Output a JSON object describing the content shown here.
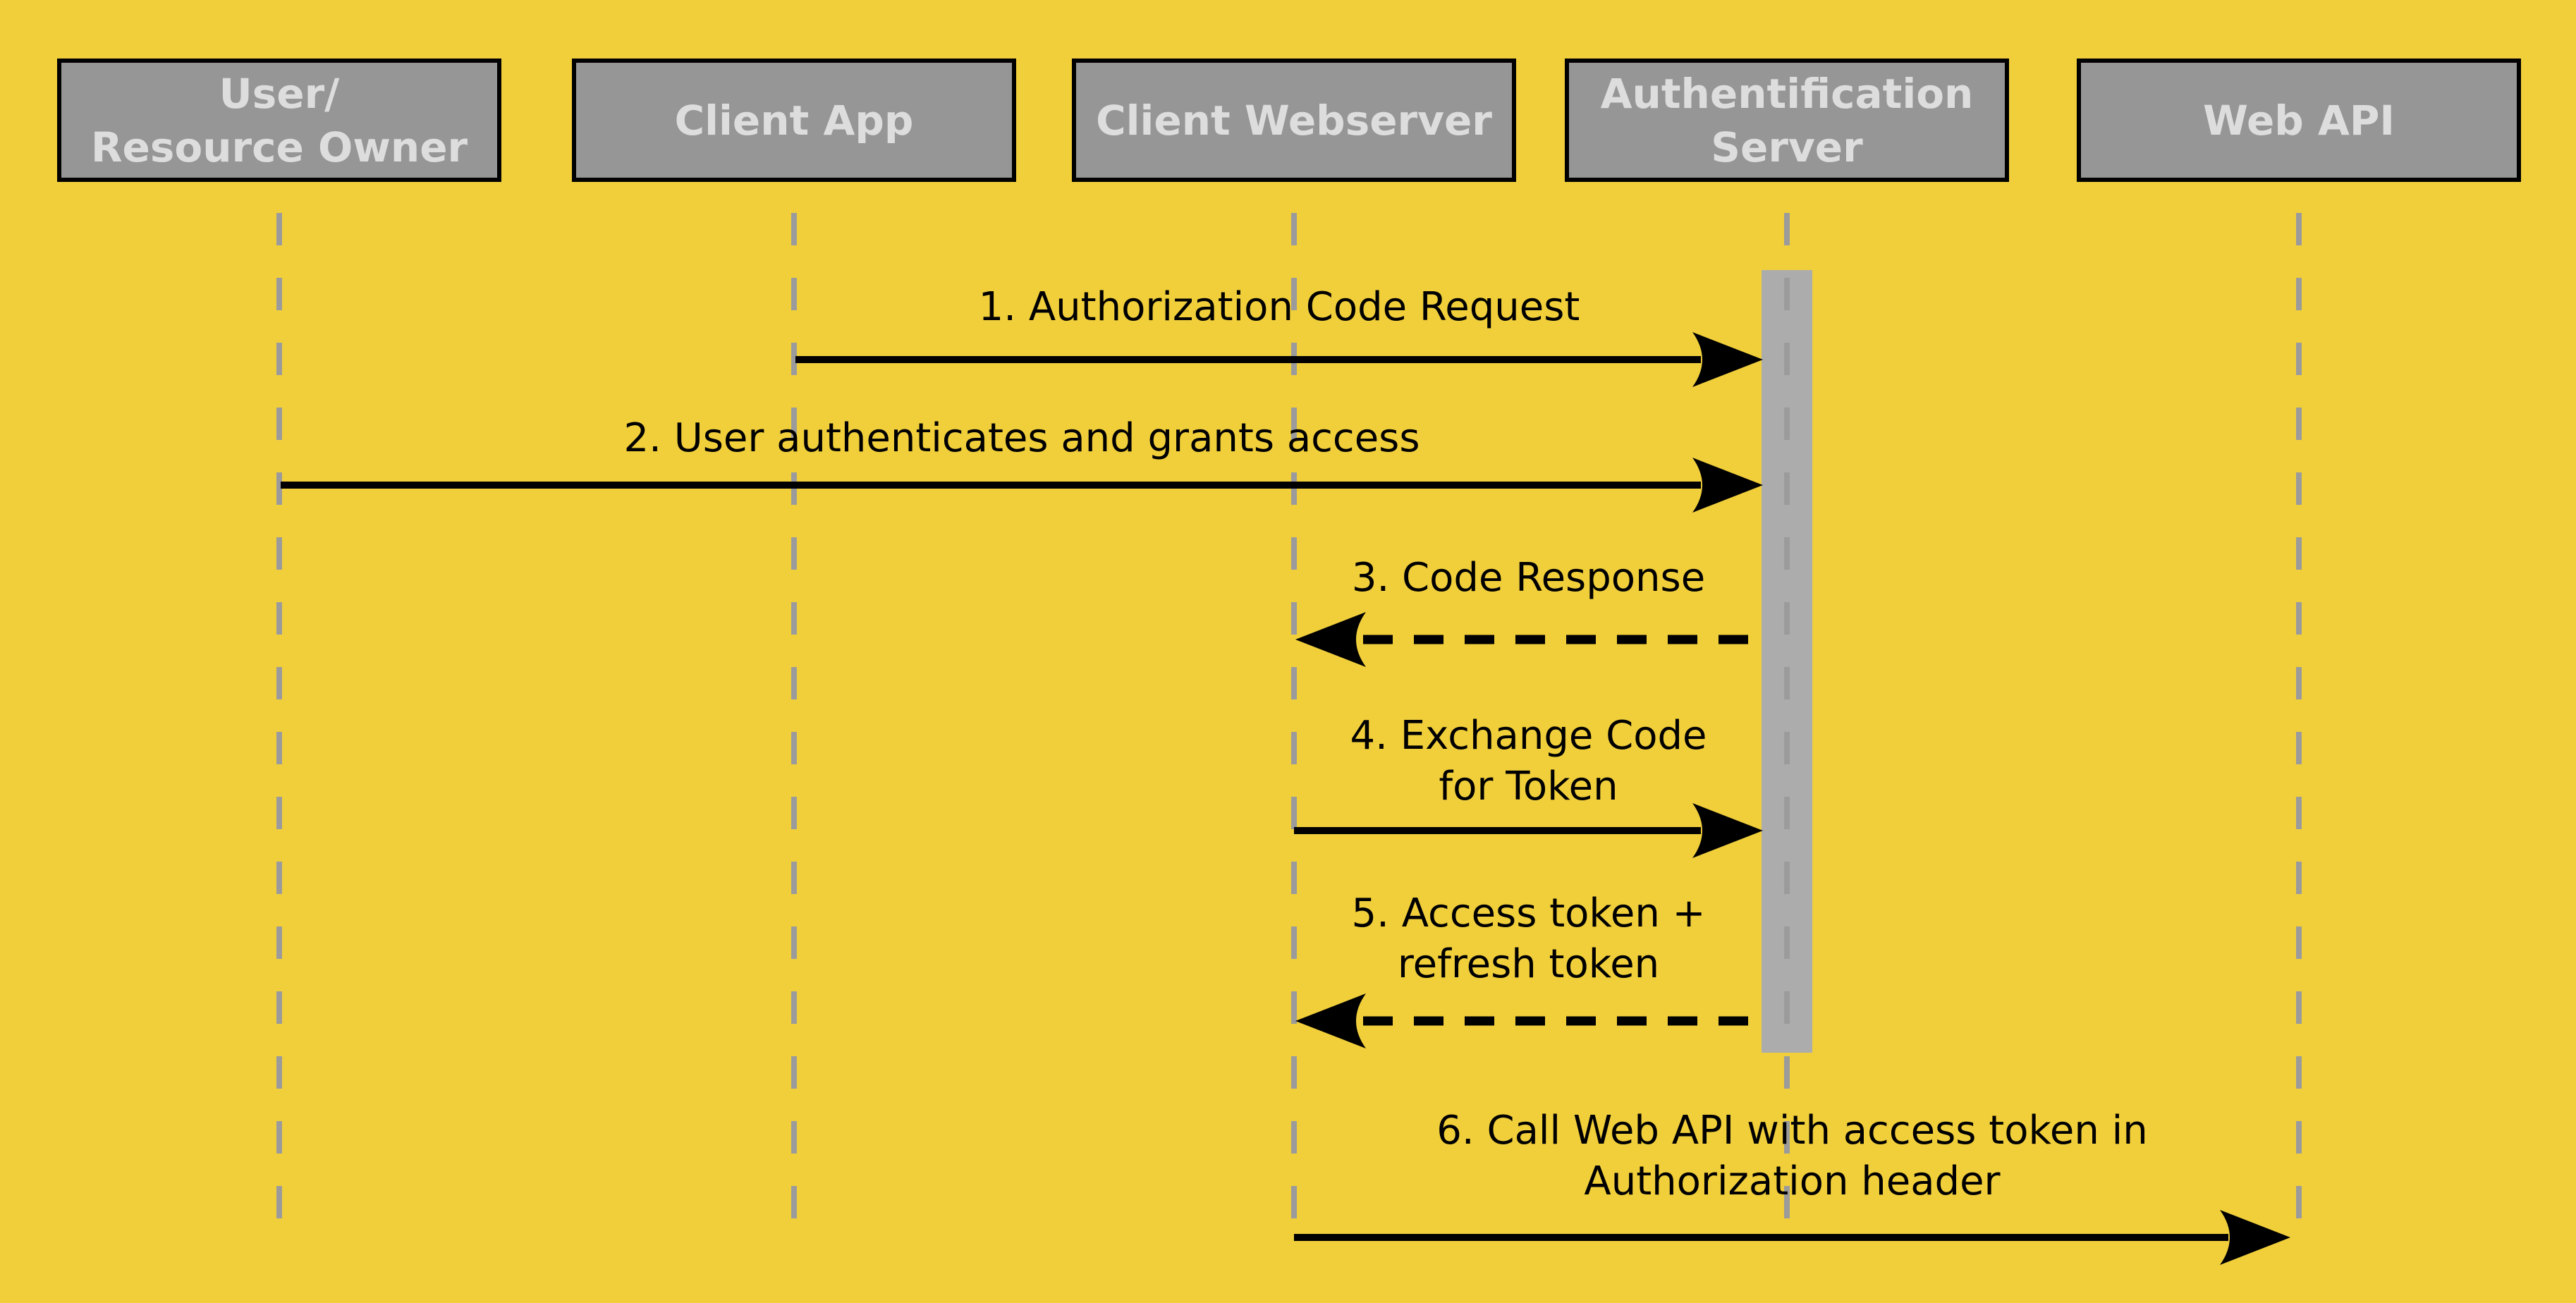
{
  "diagram_type": "sequence",
  "colors": {
    "background": "#F1CF3B",
    "actor_fill": "#969696",
    "actor_text": "#DDDDDD",
    "actor_border": "#000000",
    "lifeline": "#9B9B9B",
    "activation_fill": "#ACACAC",
    "message": "#000000"
  },
  "actors": [
    {
      "label": "User/\nResource Owner"
    },
    {
      "label": "Client App"
    },
    {
      "label": "Client Webserver"
    },
    {
      "label": "Authentification\nServer"
    },
    {
      "label": "Web API"
    }
  ],
  "activation": {
    "actor": "Authentification Server"
  },
  "messages": [
    {
      "label": "1. Authorization Code Request",
      "from": "Client App",
      "to": "Authentification Server",
      "line": "solid",
      "direction": "right"
    },
    {
      "label": "2. User authenticates and grants access",
      "from": "User/Resource Owner",
      "to": "Authentification Server",
      "line": "solid",
      "direction": "right"
    },
    {
      "label": "3. Code Response",
      "from": "Authentification Server",
      "to": "Client Webserver",
      "line": "dashed",
      "direction": "left"
    },
    {
      "label": "4. Exchange Code\nfor Token",
      "from": "Client Webserver",
      "to": "Authentification Server",
      "line": "solid",
      "direction": "right"
    },
    {
      "label": "5. Access token +\nrefresh token",
      "from": "Authentification Server",
      "to": "Client Webserver",
      "line": "dashed",
      "direction": "left"
    },
    {
      "label": "6. Call Web API with access token in\nAuthorization header",
      "from": "Client Webserver",
      "to": "Web API",
      "line": "solid",
      "direction": "right"
    }
  ]
}
